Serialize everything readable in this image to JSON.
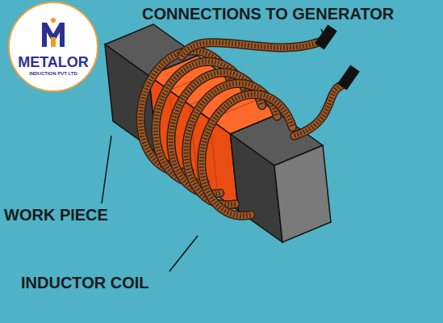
{
  "diagram": {
    "nodes": [
      {
        "text": [
          "METALOR",
          "INDUCTION PVT LTD"
        ]
      }
    ],
    "labels": [
      "CONNECTIONS TO GENERATOR",
      "WORK PIECE",
      "INDUCTOR COIL"
    ]
  }
}
